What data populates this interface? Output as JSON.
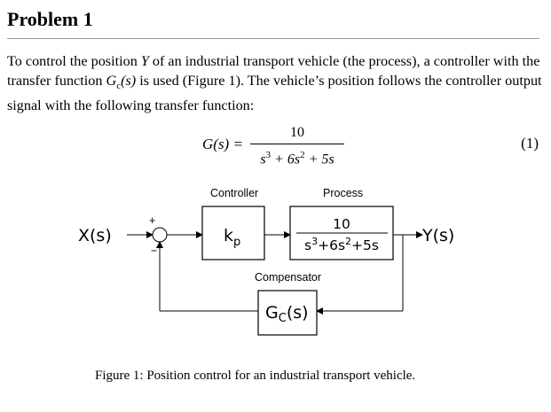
{
  "heading": "Problem 1",
  "paragraph": {
    "part1": "To control the position ",
    "var_y": "Y",
    "part2": " of an industrial transport vehicle (the process), a controller with the transfer function ",
    "var_g": "G",
    "sub_c": "c",
    "var_s": "(s)",
    "part3": " is used (Figure 1). The vehicle’s position follows the controller output signal with the following transfer function:"
  },
  "equation": {
    "lhs": "G(s) =",
    "numerator": "10",
    "den_s3": "s",
    "den_exp3": "3",
    "den_mid": " + 6s",
    "den_exp2": "2",
    "den_end": " + 5s",
    "number": "(1)"
  },
  "diagram": {
    "controller_title": "Controller",
    "process_title": "Process",
    "compensator_title": "Compensator",
    "input_label": "X(s)",
    "output_label": "Y(s)",
    "plus_sign": "+",
    "minus_sign": "−",
    "controller_k": "k",
    "controller_k_sub": "p",
    "process_num": "10",
    "process_den_s": "s",
    "process_den_exp3": "3",
    "process_den_mid": "+6s",
    "process_den_exp2": "2",
    "process_den_end": "+5s",
    "comp_g": "G",
    "comp_sub": "C",
    "comp_arg": "(s)"
  },
  "caption": "Figure 1:  Position control for an industrial transport vehicle."
}
